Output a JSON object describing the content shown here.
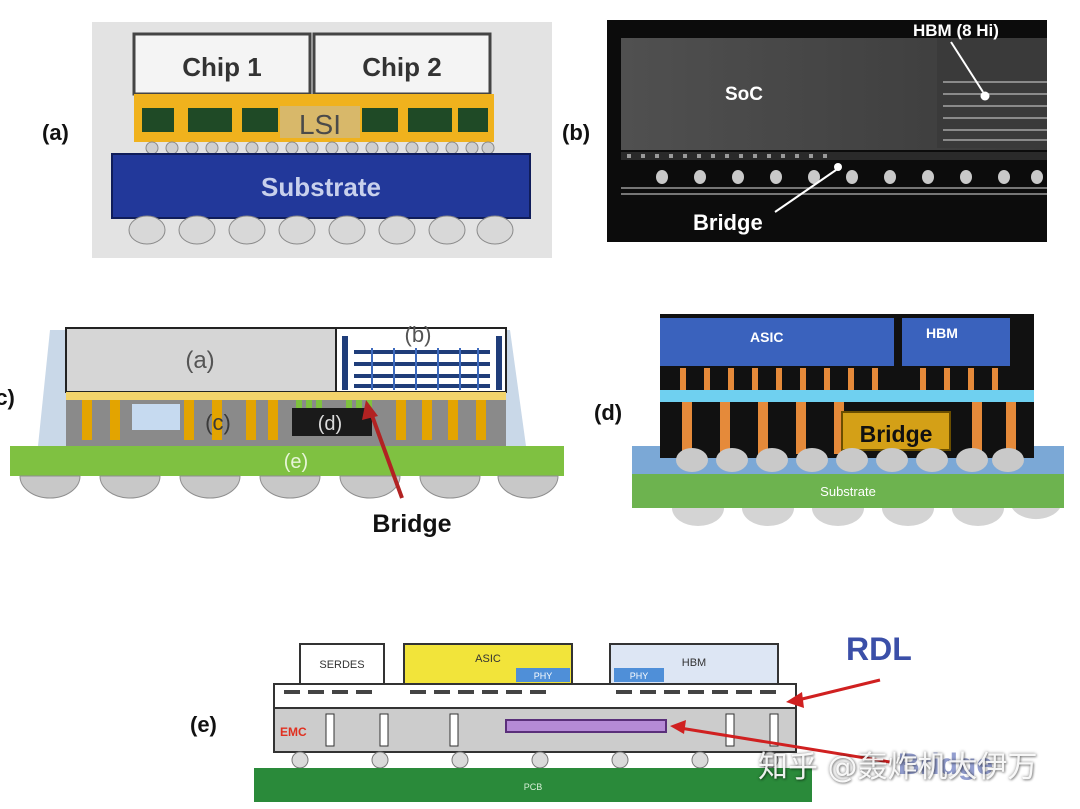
{
  "panels": {
    "a": {
      "tag": "(a)",
      "chip1": "Chip 1",
      "chip2": "Chip 2",
      "lsi": "LSI",
      "substrate": "Substrate"
    },
    "b": {
      "tag": "(b)",
      "hbm": "HBM (8 Hi)",
      "soc": "SoC",
      "bridge": "Bridge"
    },
    "c": {
      "tag": "(c)",
      "part_a": "(a)",
      "part_b": "(b)",
      "part_c": "(c)",
      "part_d": "(d)",
      "part_e": "(e)",
      "bridge": "Bridge"
    },
    "d": {
      "tag": "(d)",
      "asic": "ASIC",
      "hbm": "HBM",
      "bridge": "Bridge",
      "substrate": "Substrate"
    },
    "e": {
      "tag": "(e)",
      "serdes": "SERDES",
      "asic": "ASIC",
      "phy1": "PHY",
      "hbm": "HBM",
      "phy2": "PHY",
      "emc": "EMC",
      "pcb": "PCB",
      "rdl": "RDL",
      "bridge_partial": "Bridge"
    }
  },
  "watermark": "知乎 @轰炸机大伊万",
  "colors": {
    "substrate_blue": "#22389a",
    "lsi_yellow": "#f0b21d",
    "green_pcb": "#7fc141",
    "asic_yellow": "#f2e43a",
    "bridge_gold": "#d4a017",
    "arrow_red": "#b22222",
    "rdl_blue": "#3b4fa8"
  }
}
